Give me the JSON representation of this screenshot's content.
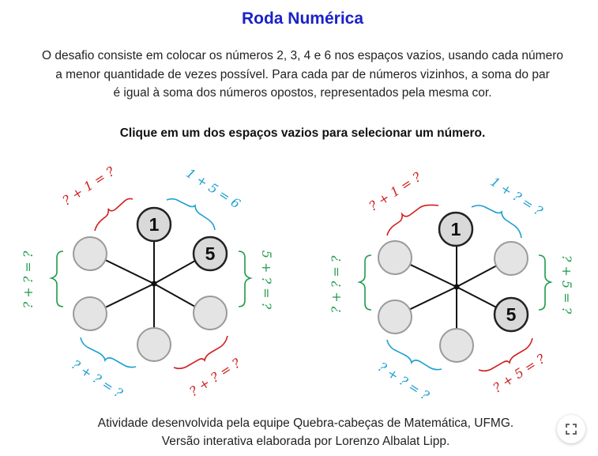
{
  "title": "Roda Numérica",
  "description": [
    "O desafio consiste em colocar os números 2, 3, 4 e 6 nos espaços vazios, usando cada número",
    "a menor quantidade de vezes possível. Para cada par de números vizinhos, a soma do par",
    "é igual à soma dos números opostos, representados pela mesma cor."
  ],
  "instruction": "Clique em um dos espaços vazios para selecionar um número.",
  "colors": {
    "title": "#1a22c8",
    "red": "#d01f1f",
    "blue": "#1e9fd0",
    "green": "#1f9a4a",
    "filled": "#d9d9d9",
    "empty": "#e4e4e4"
  },
  "wheels": [
    {
      "filled": [
        {
          "pos": "top",
          "value": "1"
        },
        {
          "pos": "upper-right",
          "value": "5"
        }
      ],
      "labels": {
        "red": "? + 1 = ?",
        "blue": "1 + 5 = 6",
        "green_left": "? + ? = ?",
        "green_right": "5 + ? = ?",
        "blue_bottom": "? + ? = ?",
        "red_bottom": "? + ? = ?"
      }
    },
    {
      "filled": [
        {
          "pos": "top",
          "value": "1"
        },
        {
          "pos": "lower-right",
          "value": "5"
        }
      ],
      "labels": {
        "red": "? + 1 = ?",
        "blue": "1 + ? = ?",
        "green_left": "? + ? = ?",
        "green_right": "? + 5 = ?",
        "blue_bottom": "? + ? = ?",
        "red_bottom": "? + 5 = ?"
      }
    }
  ],
  "footer": [
    "Atividade desenvolvida pela equipe Quebra-cabeças de Matemática, UFMG.",
    "Versão interativa elaborada por Lorenzo Albalat Lipp."
  ],
  "fullscreen_icon": "expand-icon"
}
